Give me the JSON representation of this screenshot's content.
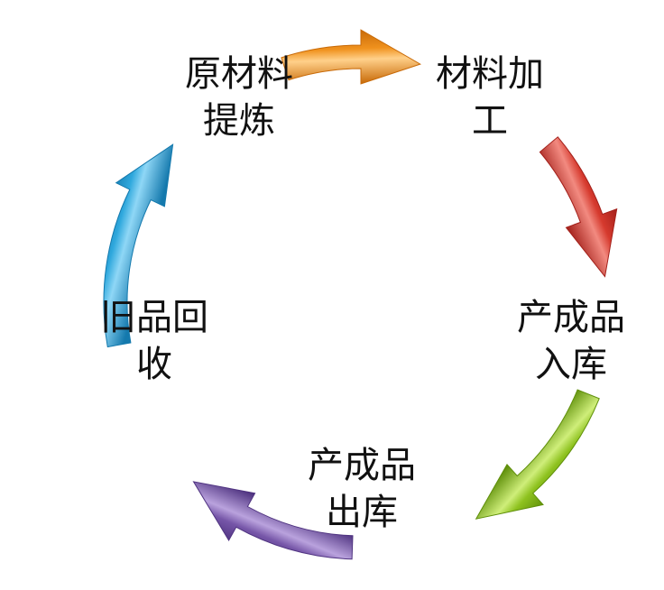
{
  "stages": [
    {
      "id": "refine",
      "line1": "原材料",
      "line2": "提炼"
    },
    {
      "id": "process",
      "line1": "材料加",
      "line2": "工"
    },
    {
      "id": "store-in",
      "line1": "产成品",
      "line2": "入库"
    },
    {
      "id": "store-out",
      "line1": "产成品",
      "line2": "出库"
    },
    {
      "id": "recycle",
      "line1": "旧品回",
      "line2": "收"
    }
  ],
  "arrows": [
    {
      "id": "refine-to-process",
      "color": "#f0921e",
      "dark": "#c86a08",
      "light": "#ffd08a"
    },
    {
      "id": "process-to-store-in",
      "color": "#d63a2e",
      "dark": "#a3201a",
      "light": "#f28a80"
    },
    {
      "id": "store-in-to-store-out",
      "color": "#8ec21f",
      "dark": "#5f8f0a",
      "light": "#cfee7a"
    },
    {
      "id": "store-out-to-recycle",
      "color": "#7656a8",
      "dark": "#4f3380",
      "light": "#b9a2dd"
    },
    {
      "id": "recycle-to-refine",
      "color": "#2fa8dd",
      "dark": "#1479ad",
      "light": "#8fd7f6"
    }
  ]
}
